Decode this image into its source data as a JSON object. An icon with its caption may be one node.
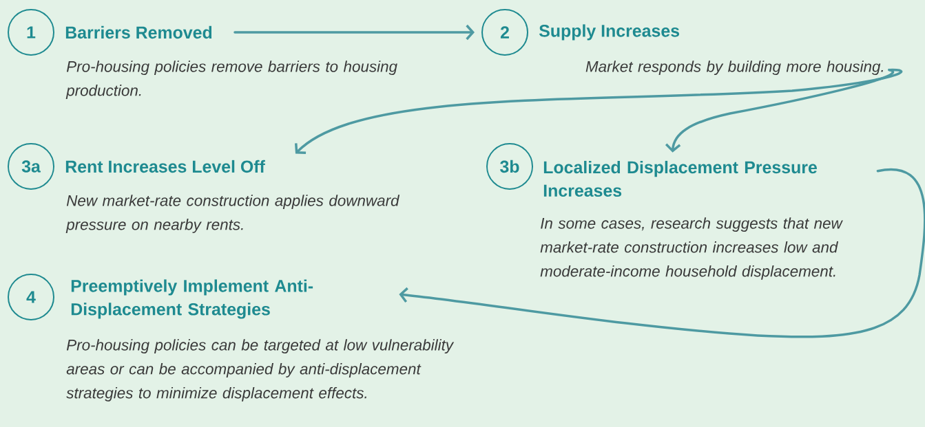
{
  "diagram": {
    "nodes": [
      {
        "text": [
          "1",
          "Barriers Removed",
          "Pro-housing policies remove barriers to housing production."
        ]
      },
      {
        "text": [
          "2",
          "Supply Increases",
          "Market responds by building more housing."
        ]
      },
      {
        "text": [
          "3a",
          "Rent Increases Level Off",
          "New market-rate construction applies downward pressure on nearby rents."
        ]
      },
      {
        "text": [
          "3b",
          "Localized Displacement Pressure Increases",
          "In some cases, research suggests that new market-rate construction increases low and moderate-income household displacement."
        ]
      },
      {
        "text": [
          "4",
          "Preemptively Implement Anti-Displacement Strategies",
          "Pro-housing policies can be targeted at low vulnerability areas or can be accompanied by anti-displacement strategies to minimize displacement effects."
        ]
      }
    ],
    "edges": [
      {
        "from": 0,
        "to": 1,
        "arrow": "to"
      },
      {
        "from": 1,
        "to": 2,
        "arrow": "to"
      },
      {
        "from": 1,
        "to": 3,
        "arrow": "to"
      },
      {
        "from": 3,
        "to": 4,
        "arrow": "to"
      }
    ]
  }
}
